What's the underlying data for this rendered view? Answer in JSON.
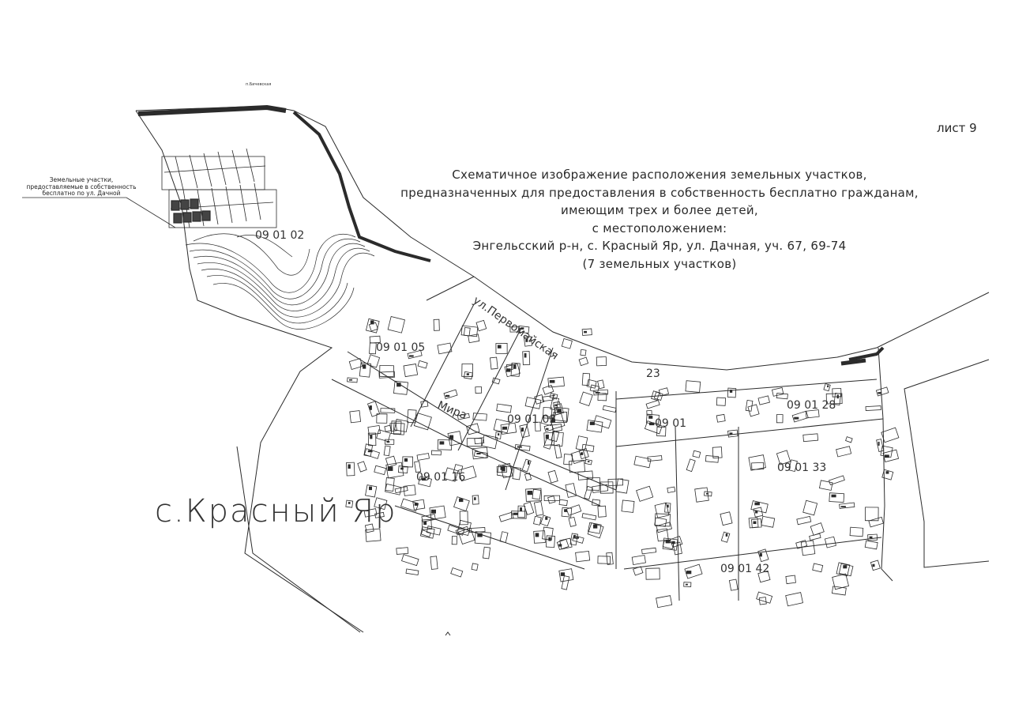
{
  "sheet": {
    "label": "лист 9"
  },
  "title": {
    "lines": [
      "Схематичное изображение расположения земельных участков,",
      "предназначенных для предоставления в собственность бесплатно гражданам,",
      "имеющим трех и более детей,",
      "с местоположением:",
      "Энгельсский р-н, с. Красный Яр, ул. Дачная, уч. 67, 69-74",
      "(7 земельных участков)"
    ]
  },
  "callout": {
    "lines": [
      "Земельные участки,",
      "предоставляемые в собственность",
      "бесплатно по ул. Дачной"
    ]
  },
  "village_name": "с.Красный Яр",
  "top_small_label": "п.Бичевская",
  "street_labels": {
    "pervomayskaya": "ул.Первомайская",
    "mira": "Мира"
  },
  "cadastral_blocks": [
    "09 01 02",
    "09 01 05",
    "09 01 03",
    "09 01 16",
    "09 01",
    "09 01 28",
    "09 01 33",
    "09 01 42",
    "23"
  ],
  "colors": {
    "line": "#2b2b2b",
    "paper": "#ffffff",
    "text": "#2a2a2a"
  }
}
